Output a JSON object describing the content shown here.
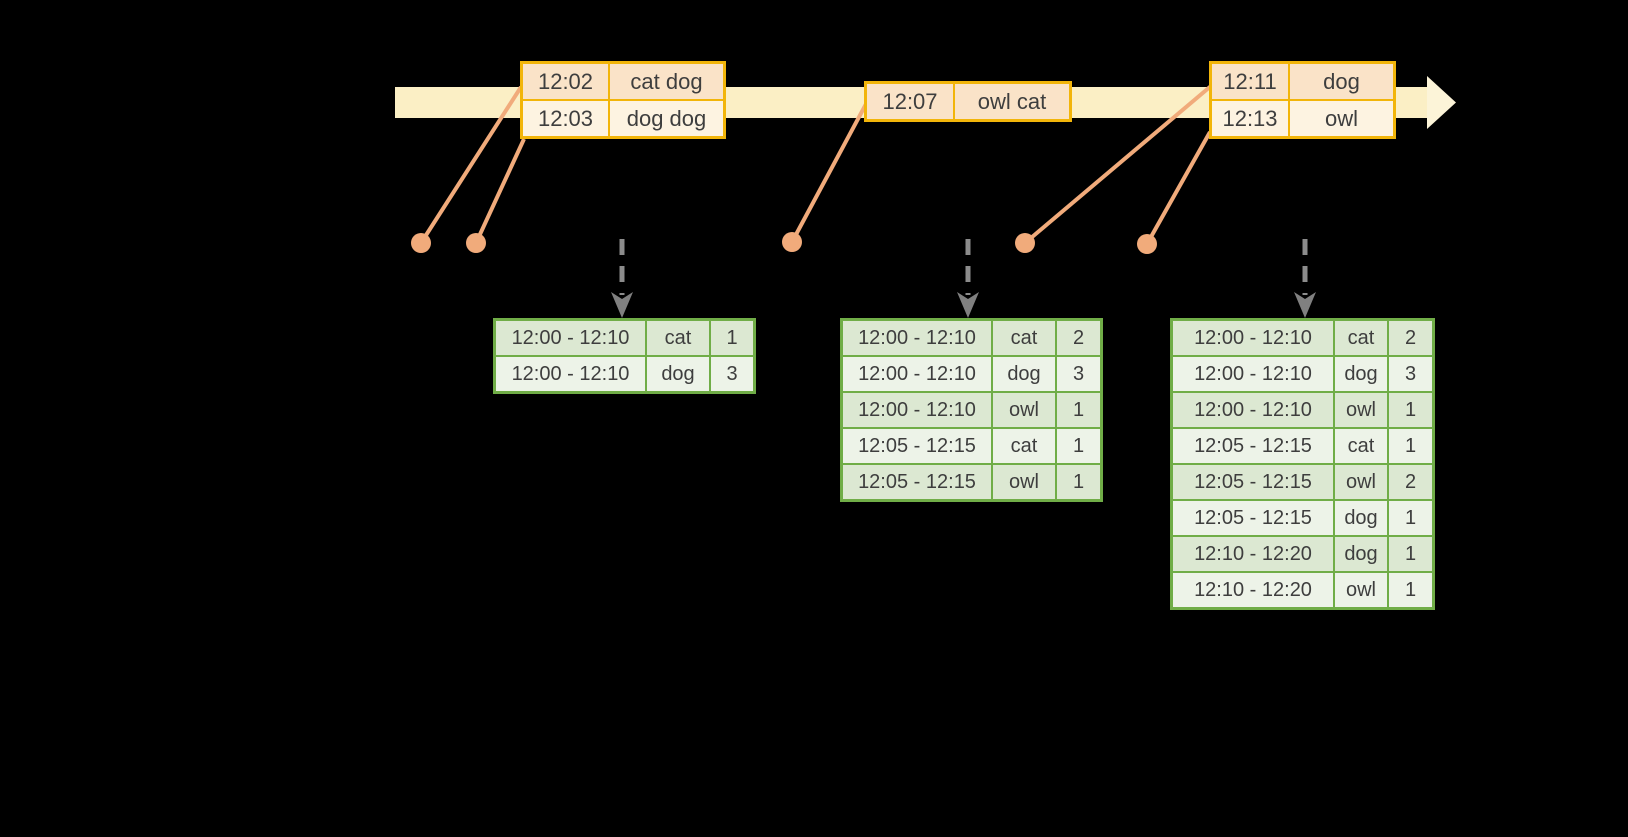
{
  "colors": {
    "background": "#000000",
    "timeline_band": "#FBEFC5",
    "timeline_arrowhead": "#FCF4D8",
    "event_table_border": "#F2B50A",
    "event_row_dark": "#FAE3C8",
    "event_row_light": "#FDF3E1",
    "connector_salmon": "#F1AB7B",
    "trigger_arrow_gray": "#8C8C8C",
    "result_table_border": "#70AD47",
    "result_row_dark": "#DCE8D2",
    "result_row_light": "#EDF3E8",
    "table_text": "#3E3E3E"
  },
  "timeline": {
    "events": [
      {
        "rows": [
          {
            "time": "12:02",
            "words": "cat dog"
          },
          {
            "time": "12:03",
            "words": "dog dog"
          }
        ]
      },
      {
        "rows": [
          {
            "time": "12:07",
            "words": "owl cat"
          }
        ]
      },
      {
        "rows": [
          {
            "time": "12:11",
            "words": "dog"
          },
          {
            "time": "12:13",
            "words": "owl"
          }
        ]
      }
    ]
  },
  "results": [
    {
      "rows": [
        {
          "window": "12:00 - 12:10",
          "word": "cat",
          "count": "1"
        },
        {
          "window": "12:00 - 12:10",
          "word": "dog",
          "count": "3"
        }
      ]
    },
    {
      "rows": [
        {
          "window": "12:00 - 12:10",
          "word": "cat",
          "count": "2"
        },
        {
          "window": "12:00 - 12:10",
          "word": "dog",
          "count": "3"
        },
        {
          "window": "12:00 - 12:10",
          "word": "owl",
          "count": "1"
        },
        {
          "window": "12:05 - 12:15",
          "word": "cat",
          "count": "1"
        },
        {
          "window": "12:05 - 12:15",
          "word": "owl",
          "count": "1"
        }
      ]
    },
    {
      "rows": [
        {
          "window": "12:00 - 12:10",
          "word": "cat",
          "count": "2"
        },
        {
          "window": "12:00 - 12:10",
          "word": "dog",
          "count": "3"
        },
        {
          "window": "12:00 - 12:10",
          "word": "owl",
          "count": "1"
        },
        {
          "window": "12:05 - 12:15",
          "word": "cat",
          "count": "1"
        },
        {
          "window": "12:05 - 12:15",
          "word": "owl",
          "count": "2"
        },
        {
          "window": "12:05 - 12:15",
          "word": "dog",
          "count": "1"
        },
        {
          "window": "12:10 - 12:20",
          "word": "dog",
          "count": "1"
        },
        {
          "window": "12:10 - 12:20",
          "word": "owl",
          "count": "1"
        }
      ]
    }
  ]
}
